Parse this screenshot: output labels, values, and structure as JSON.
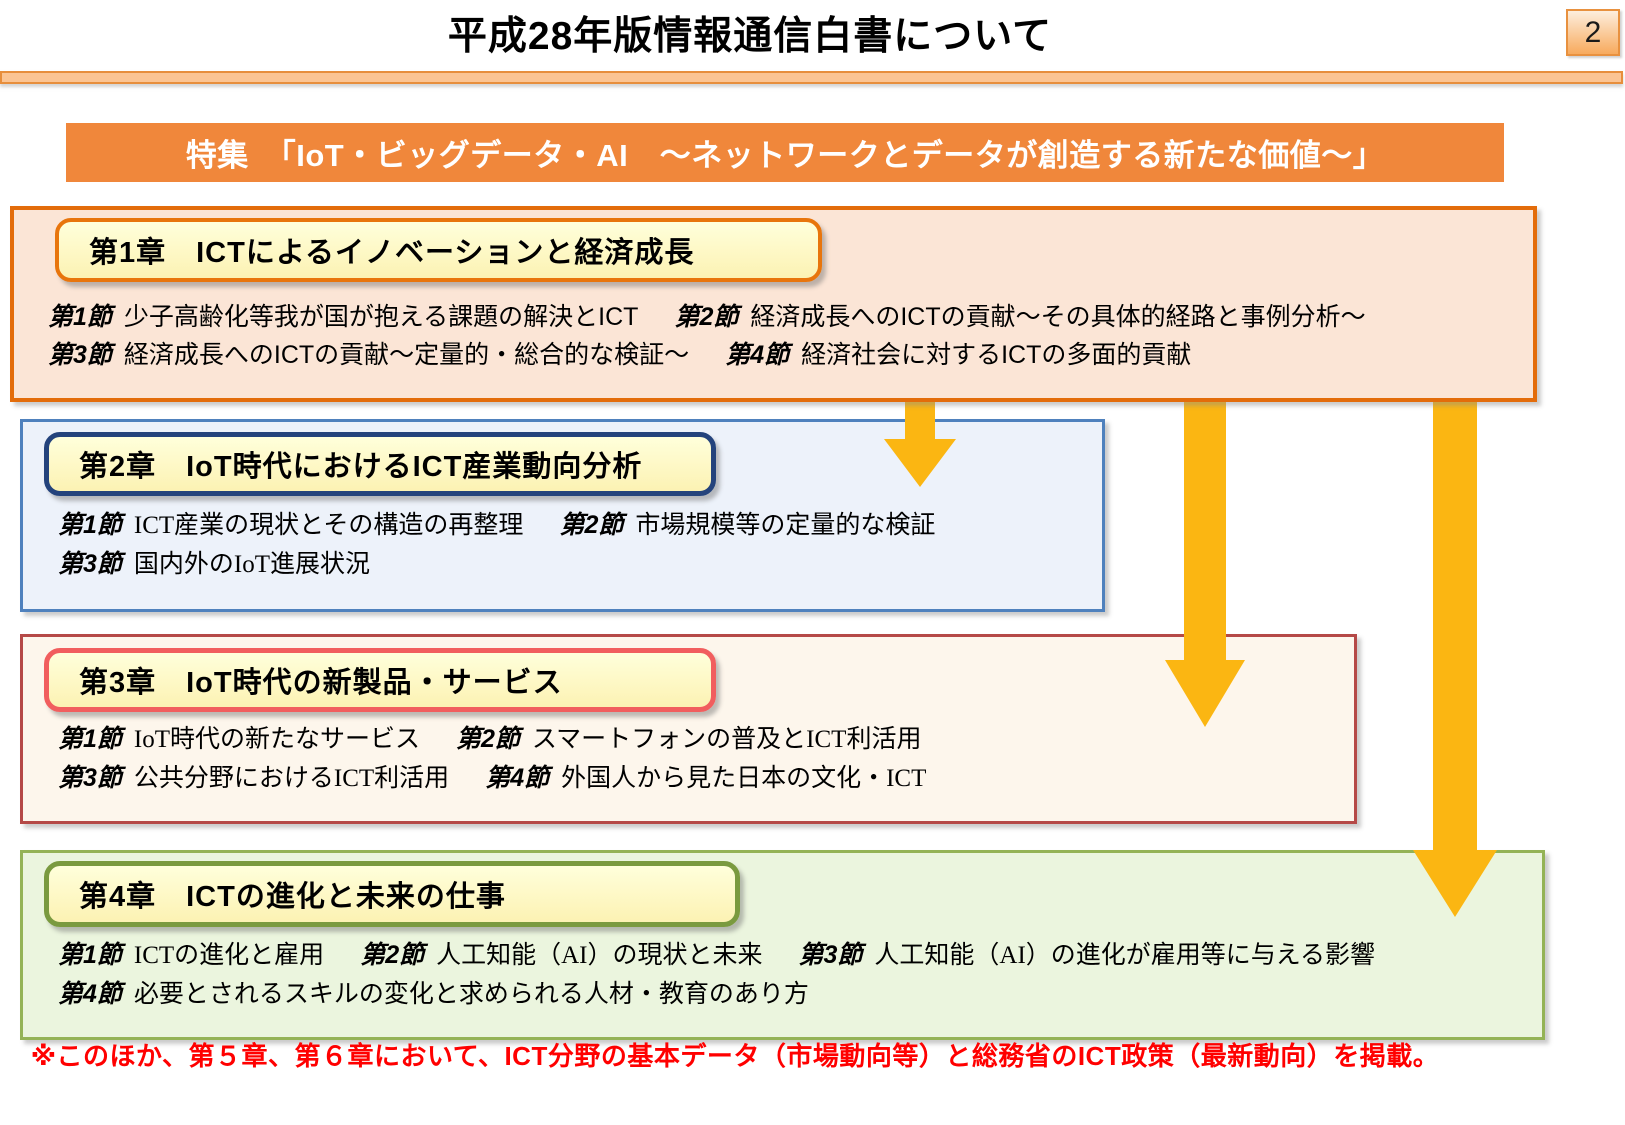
{
  "page": {
    "title": "平成28年版情報通信白書について",
    "page_number": "2",
    "feature_band": "特集　「IoT・ビッグデータ・AI　～ネットワークとデータが創造する新たな価値～」",
    "footnote": "※このほか、第５章、第６章において、ICT分野の基本データ（市場動向等）と総務省のICT政策（最新動向）を掲載。"
  },
  "colors": {
    "header_accent_orange": "#E36C0A",
    "feature_band_orange": "#F0873B",
    "arrow_gold": "#FBB612",
    "ch1_box_border": "#E36C0A",
    "ch1_box_fill": "#FBE5D6",
    "ch1_title_border": "#E8750C",
    "ch2_box_border": "#4F81BD",
    "ch2_box_fill": "#EDF2FA",
    "ch2_title_border": "#24437C",
    "ch3_box_border": "#B54947",
    "ch3_box_fill": "#FDF6EC",
    "ch3_title_border": "#F15E5E",
    "ch4_box_border": "#94B356",
    "ch4_box_fill": "#EBF5DE",
    "ch4_title_border": "#7A9A3F",
    "title_pill_fill": "#FFFFD8",
    "footnote_red": "#FF0000"
  },
  "chapters": [
    {
      "title": "第1章　ICTによるイノベーションと経済成長",
      "lines": [
        [
          {
            "label": "第1節",
            "text": "少子高齢化等我が国が抱える課題の解決とICT"
          },
          {
            "label": "第2節",
            "text": "経済成長へのICTの貢献～その具体的経路と事例分析～"
          }
        ],
        [
          {
            "label": "第3節",
            "text": "経済成長へのICTの貢献～定量的・総合的な検証～"
          },
          {
            "label": "第4節",
            "text": "経済社会に対するICTの多面的貢献"
          }
        ]
      ]
    },
    {
      "title": "第2章　IoT時代におけるICT産業動向分析",
      "lines": [
        [
          {
            "label": "第1節",
            "text": "ICT産業の現状とその構造の再整理"
          },
          {
            "label": "第2節",
            "text": "市場規模等の定量的な検証"
          }
        ],
        [
          {
            "label": "第3節",
            "text": "国内外のIoT進展状況"
          }
        ]
      ]
    },
    {
      "title": "第3章　IoT時代の新製品・サービス",
      "lines": [
        [
          {
            "label": "第1節",
            "text": "IoT時代の新たなサービス"
          },
          {
            "label": "第2節",
            "text": "スマートフォンの普及とICT利活用"
          }
        ],
        [
          {
            "label": "第3節",
            "text": "公共分野におけるICT利活用"
          },
          {
            "label": "第4節",
            "text": "外国人から見た日本の文化・ICT"
          }
        ]
      ]
    },
    {
      "title": "第4章　ICTの進化と未来の仕事",
      "lines": [
        [
          {
            "label": "第1節",
            "text": "ICTの進化と雇用"
          },
          {
            "label": "第2節",
            "text": "人工知能（AI）の現状と未来"
          },
          {
            "label": "第3節",
            "text": "人工知能（AI）の進化が雇用等に与える影響"
          }
        ],
        [
          {
            "label": "第4節",
            "text": "必要とされるスキルの変化と求められる人材・教育のあり方"
          }
        ]
      ]
    }
  ],
  "arrows": [
    {
      "name": "flow-arrow-ch1-to-ch2"
    },
    {
      "name": "flow-arrow-ch1-to-ch3"
    },
    {
      "name": "flow-arrow-ch1-to-ch4"
    }
  ]
}
